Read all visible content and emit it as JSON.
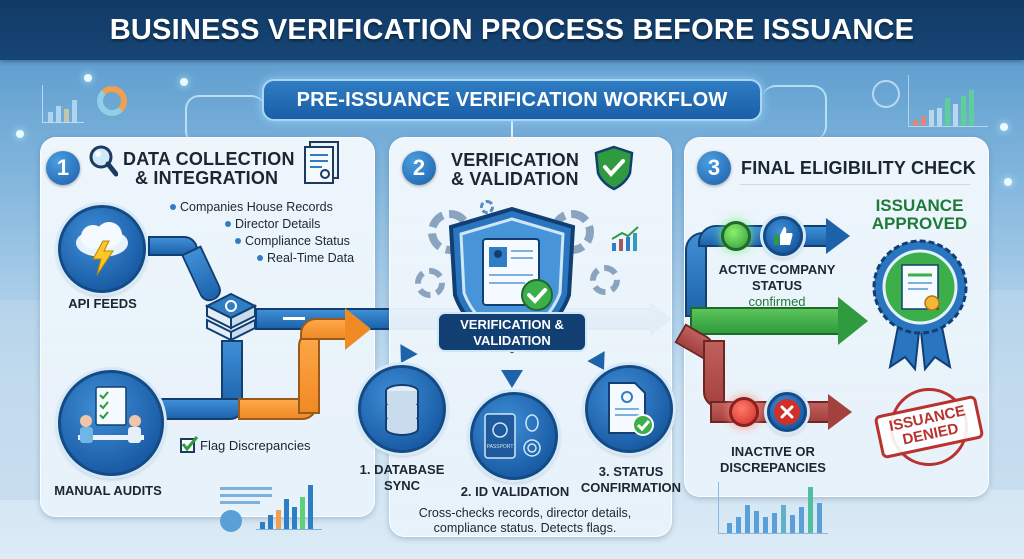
{
  "header": {
    "title": "BUSINESS VERIFICATION PROCESS BEFORE ISSUANCE",
    "subtitle": "PRE-ISSUANCE VERIFICATION WORKFLOW"
  },
  "colors": {
    "title_bar": "#164575",
    "accent_blue": "#1b5ea8",
    "orange_flow": "#f08a24",
    "approved_green": "#2f9b3e",
    "denied_red": "#b8322e"
  },
  "steps": [
    {
      "number": "1",
      "title_line1": "DATA COLLECTION",
      "title_line2": "& INTEGRATION",
      "icons": [
        "magnifier-icon",
        "documents-icon"
      ],
      "sources": [
        {
          "label": "API FEEDS",
          "icon": "cloud-lightning-icon"
        },
        {
          "label": "MANUAL AUDITS",
          "icon": "audit-meeting-icon"
        }
      ],
      "data_items": [
        "Companies House Records",
        "Director Details",
        "Compliance Status",
        "Real-Time Data"
      ],
      "flag_label": "Flag Discrepancies"
    },
    {
      "number": "2",
      "title_line1": "VERIFICATION",
      "title_line2": "& VALIDATION",
      "badge_line1": "VERIFICATION &",
      "badge_line2": "VALIDATION",
      "substeps": [
        {
          "line1": "1. DATABASE",
          "line2": "SYNC",
          "icon": "database-icon"
        },
        {
          "line1": "2. ID VALIDATION",
          "line2": "",
          "icon": "passport-biometric-icon",
          "passport_label": "PASSPORT"
        },
        {
          "line1": "3. STATUS",
          "line2": "CONFIRMATION",
          "icon": "document-check-icon"
        }
      ],
      "description_line1": "Cross-checks records, director details,",
      "description_line2": "compliance status. Detects flags."
    },
    {
      "number": "3",
      "title": "FINAL ELIGIBILITY CHECK",
      "approved_path": {
        "label_line1": "ACTIVE COMPANY",
        "label_line2": "STATUS",
        "label_line3": "confirmed",
        "outcome_line1": "ISSUANCE",
        "outcome_line2": "APPROVED"
      },
      "denied_path": {
        "label_line1": "INACTIVE OR",
        "label_line2": "DISCREPANCIES",
        "outcome_line1": "ISSUANCE",
        "outcome_line2": "DENIED"
      }
    }
  ]
}
